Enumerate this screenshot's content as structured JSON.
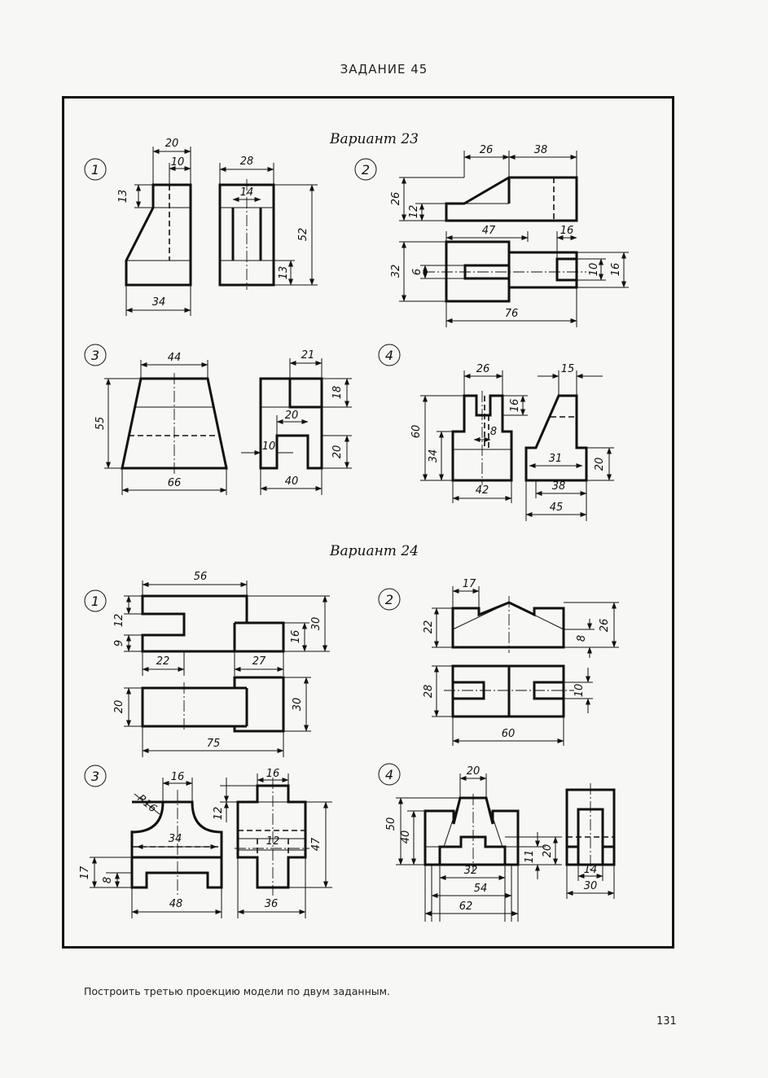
{
  "header": {
    "title": "ЗАДАНИЕ 45"
  },
  "variants": [
    {
      "title": "Вариант 23",
      "tasks": [
        {
          "number": "1",
          "dims": [
            "20",
            "10",
            "13",
            "34",
            "28",
            "14",
            "52",
            "13"
          ]
        },
        {
          "number": "2",
          "dims": [
            "26",
            "38",
            "26",
            "12",
            "47",
            "16",
            "32",
            "6",
            "10",
            "16",
            "76"
          ]
        },
        {
          "number": "3",
          "dims": [
            "44",
            "55",
            "66",
            "21",
            "18",
            "20",
            "10",
            "20",
            "40"
          ]
        },
        {
          "number": "4",
          "dims": [
            "26",
            "60",
            "16",
            "8",
            "34",
            "42",
            "15",
            "31",
            "20",
            "38",
            "45"
          ]
        }
      ]
    },
    {
      "title": "Вариант 24",
      "tasks": [
        {
          "number": "1",
          "dims": [
            "56",
            "12",
            "9",
            "22",
            "27",
            "16",
            "30",
            "20",
            "30",
            "75"
          ]
        },
        {
          "number": "2",
          "dims": [
            "17",
            "22",
            "8",
            "26",
            "28",
            "10",
            "60"
          ]
        },
        {
          "number": "3",
          "dims": [
            "16",
            "R16",
            "12",
            "16",
            "34",
            "12",
            "47",
            "17",
            "8",
            "48",
            "36"
          ]
        },
        {
          "number": "4",
          "dims": [
            "20",
            "50",
            "40",
            "11",
            "20",
            "32",
            "54",
            "62",
            "14",
            "30"
          ]
        }
      ]
    }
  ],
  "footer": {
    "instruction": "Построить третью проекцию модели по двум заданным.",
    "page_number": "131"
  }
}
